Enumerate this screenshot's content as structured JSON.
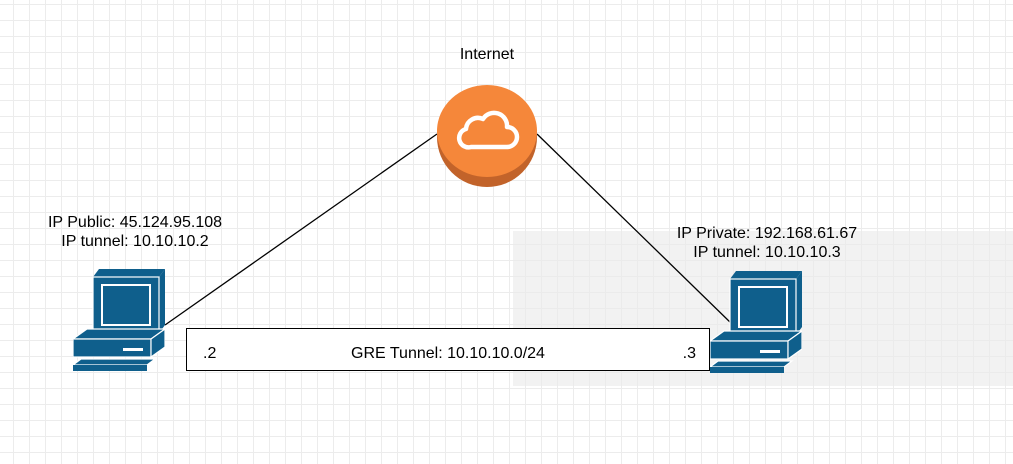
{
  "internet": {
    "label": "Internet",
    "icon": "cloud-icon",
    "color": "#F5873A",
    "shadow_color": "#C2632A"
  },
  "host_left": {
    "ip_public": "IP Public: 45.124.95.108",
    "ip_tunnel": "IP tunnel: 10.10.10.2",
    "icon": "desktop-computer-icon",
    "color": "#0F5F8C"
  },
  "host_right": {
    "ip_private": "IP Private: 192.168.61.67",
    "ip_tunnel": "IP tunnel: 10.10.10.3",
    "icon": "desktop-computer-icon",
    "color": "#0F5F8C"
  },
  "tunnel": {
    "label": "GRE Tunnel: 10.10.10.0/24",
    "left_end": ".2",
    "right_end": ".3"
  }
}
